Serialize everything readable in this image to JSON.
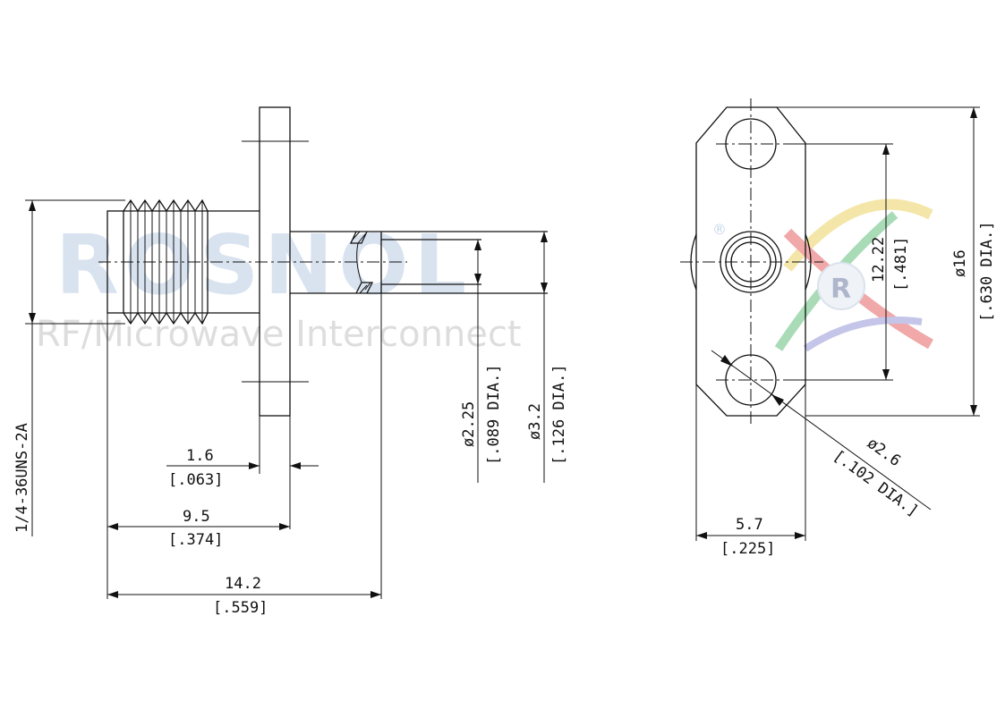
{
  "watermark": {
    "brand": "ROSNOL",
    "registered": "®",
    "tagline": "RF/Microwave Interconnect",
    "logo_letter": "R"
  },
  "side_view": {
    "thread_spec": "1/4-36UNS-2A",
    "flange_thickness": {
      "mm": "1.6",
      "inch": "[.063]"
    },
    "body_length": {
      "mm": "9.5",
      "inch": "[.374]"
    },
    "overall_length": {
      "mm": "14.2",
      "inch": "[.559]"
    },
    "pin_dia": {
      "mm": "ø2.25",
      "inch": "[.089 DIA.]"
    },
    "dielectric_dia": {
      "mm": "ø3.2",
      "inch": "[.126 DIA.]"
    }
  },
  "front_view": {
    "hole_spacing": {
      "mm": "12.22",
      "inch": "[.481]"
    },
    "flange_height": {
      "mm": "ø16",
      "inch": "[.630 DIA.]"
    },
    "mount_hole_dia": {
      "mm": "ø2.6",
      "inch": "[.102 DIA.]"
    },
    "flange_width": {
      "mm": "5.7",
      "inch": "[.225]"
    }
  },
  "colors": {
    "line": "#111111",
    "watermark_blue": "#b9cde3",
    "watermark_gray": "#c8c8c8"
  }
}
